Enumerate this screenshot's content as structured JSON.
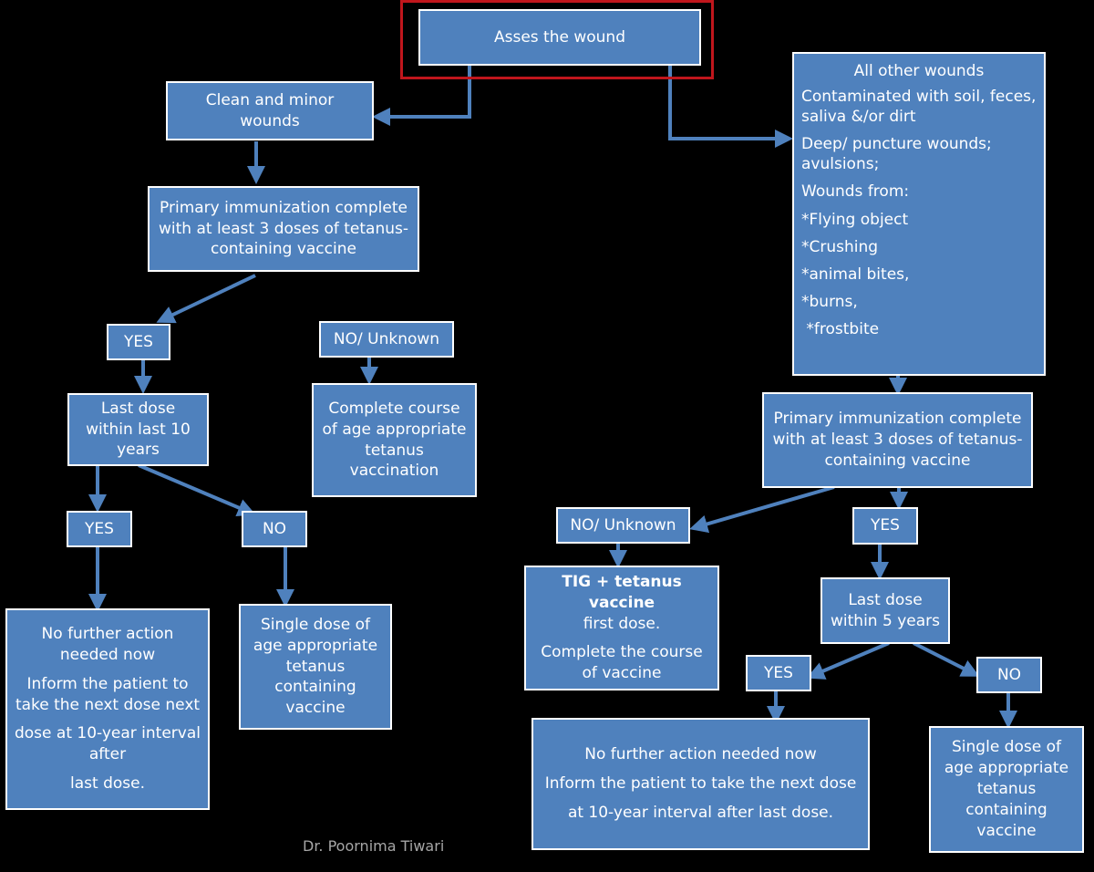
{
  "colors": {
    "box_fill": "#4f81bd",
    "box_border": "#ffffff",
    "arrow": "#4f81bd",
    "highlight": "#c0161c",
    "background": "#000000"
  },
  "start": {
    "text": "Asses the wound"
  },
  "clean_minor": {
    "line1": "Clean and minor",
    "line2": "wounds"
  },
  "other_wounds": {
    "title": "All other wounds",
    "item1_line1": "Contaminated with soil, feces,",
    "item1_line2": "saliva  &/or dirt",
    "item2_line1": "Deep/ puncture wounds;",
    "item2_line2": "avulsions;",
    "item3": "Wounds from:",
    "item4": "*Flying object",
    "item5": "*Crushing",
    "item6": "*animal bites,",
    "item7": "*burns,",
    "item8": " *frostbite"
  },
  "left_primary": {
    "line1": "Primary immunization complete",
    "line2": "with at least 3 doses of tetanus-",
    "line3": "containing vaccine"
  },
  "right_primary": {
    "line1": "Primary immunization complete",
    "line2": "with at least 3 doses of tetanus-",
    "line3": "containing vaccine"
  },
  "left_yes1": {
    "text": "YES"
  },
  "left_no_unknown": {
    "text": "NO/ Unknown"
  },
  "left_last_dose": {
    "line1": "Last dose",
    "line2": "within last 10",
    "line3": "years"
  },
  "left_complete_course": {
    "line1": "Complete course",
    "line2": "of age appropriate",
    "line3": "tetanus",
    "line4": "vaccination"
  },
  "left_yes2": {
    "text": "YES"
  },
  "left_no2": {
    "text": "NO"
  },
  "left_no_action": {
    "line1": "No further action",
    "line2": "needed now",
    "line3": "Inform the patient to",
    "line4": "take the next dose next",
    "line5": "dose at 10-year interval",
    "line6": "after",
    "line7": "last dose."
  },
  "left_single_dose": {
    "line1": "Single dose of",
    "line2": "age appropriate",
    "line3": "tetanus",
    "line4": "containing",
    "line5": "vaccine"
  },
  "right_no_unknown": {
    "text": "NO/ Unknown"
  },
  "right_yes1": {
    "text": "YES"
  },
  "right_tig": {
    "bold": "TIG + tetanus vaccine",
    "line2": "first dose.",
    "line3": "Complete the course",
    "line4": "of vaccine"
  },
  "right_last_dose": {
    "line1": "Last dose",
    "line2": "within 5 years"
  },
  "right_yes2": {
    "text": "YES"
  },
  "right_no2": {
    "text": "NO"
  },
  "right_no_action": {
    "line1": "No further action needed now",
    "line2": "Inform the patient to take the next dose",
    "line3": "at 10-year interval after last dose."
  },
  "right_single_dose": {
    "line1": "Single dose of",
    "line2": "age appropriate",
    "line3": "tetanus",
    "line4": "containing",
    "line5": "vaccine"
  },
  "credit": {
    "text": "Dr. Poornima Tiwari"
  }
}
